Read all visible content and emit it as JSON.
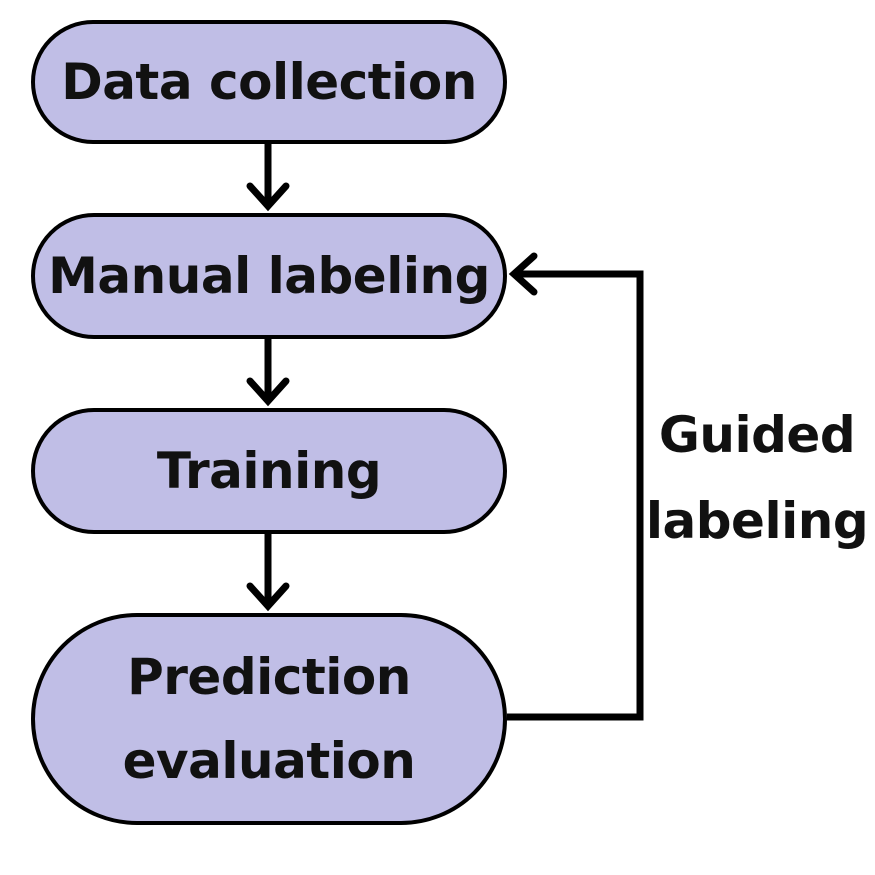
{
  "colors": {
    "node_fill": "#c0bee6",
    "stroke": "#000000",
    "text": "#111111",
    "background": "#ffffff"
  },
  "nodes": {
    "data_collection": "Data collection",
    "manual_labeling": "Manual labeling",
    "training": "Training",
    "prediction_evaluation": "Prediction\nevaluation"
  },
  "feedback_loop": {
    "label": "Guided\nlabeling"
  },
  "edges": [
    {
      "from": "Data collection",
      "to": "Manual labeling"
    },
    {
      "from": "Manual labeling",
      "to": "Training"
    },
    {
      "from": "Training",
      "to": "Prediction\nevaluation"
    },
    {
      "from": "Prediction\nevaluation",
      "to": "Manual labeling",
      "label": "Guided\nlabeling"
    }
  ]
}
